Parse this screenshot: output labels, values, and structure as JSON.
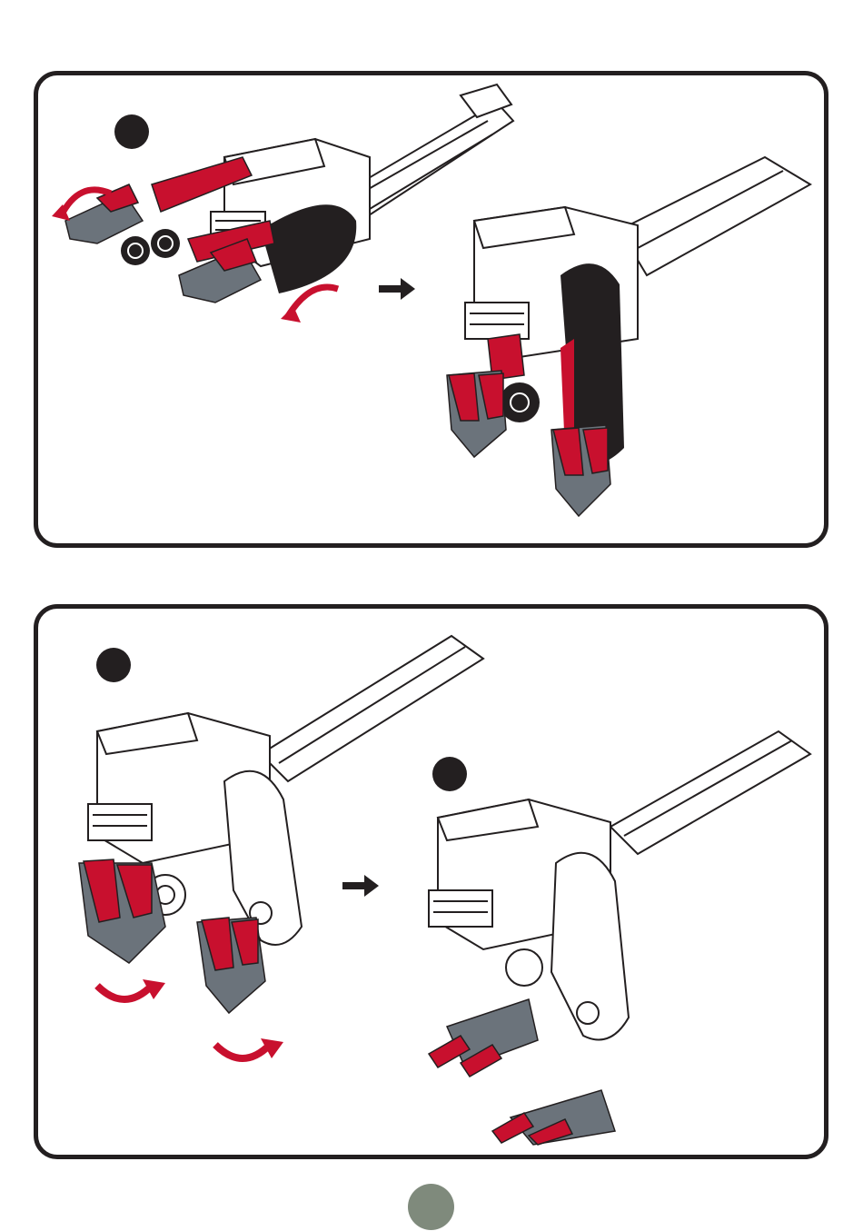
{
  "page": {
    "page_number": ""
  },
  "colors": {
    "accent_red": "#c8102e",
    "claw_gray": "#6b737b",
    "outline": "#231f20",
    "page_dot": "#7f8a7c"
  },
  "panels": [
    {
      "name": "panel-1",
      "steps": 1
    },
    {
      "name": "panel-2",
      "steps": 2
    }
  ]
}
